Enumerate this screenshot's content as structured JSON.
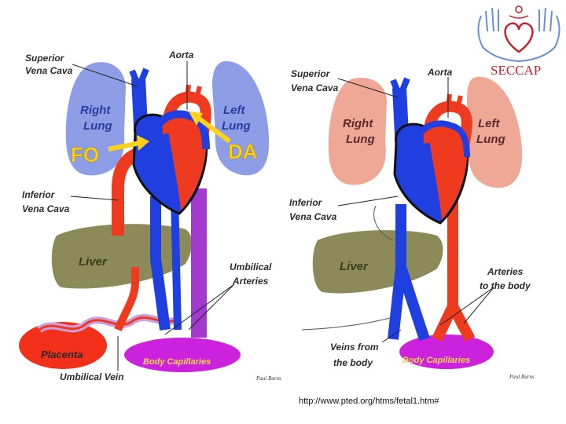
{
  "left_diagram": {
    "superior_vena_cava_line1": "Superior",
    "superior_vena_cava_line2": "Vena Cava",
    "aorta": "Aorta",
    "right_lung_line1": "Right",
    "right_lung_line2": "Lung",
    "left_lung_line1": "Left",
    "left_lung_line2": "Lung",
    "fo": "FO",
    "da": "DA",
    "inferior_vena_cava_line1": "Inferior",
    "inferior_vena_cava_line2": "Vena Cava",
    "liver": "Liver",
    "umbilical_arteries_line1": "Umbilical",
    "umbilical_arteries_line2": "Arteries",
    "placenta": "Placenta",
    "umbilical_vein": "Umbilical Vein",
    "body_capillaries": "Body Capillaries",
    "signature": "Paul Burns"
  },
  "right_diagram": {
    "superior_vena_cava_line1": "Superior",
    "superior_vena_cava_line2": "Vena Cava",
    "aorta": "Aorta",
    "right_lung_line1": "Right",
    "right_lung_line2": "Lung",
    "left_lung_line1": "Left",
    "left_lung_line2": "Lung",
    "inferior_vena_cava_line1": "Inferior",
    "inferior_vena_cava_line2": "Vena Cava",
    "liver": "Liver",
    "arteries_to_body_line1": "Arteries",
    "arteries_to_body_line2": "to the body",
    "veins_from_body_line1": "Veins from",
    "veins_from_body_line2": "the body",
    "body_capillaries": "Body Capillaries",
    "signature": "Paul Burns"
  },
  "logo": {
    "text": "SECCAP",
    "icon": "hands-heart-logo"
  },
  "source_url": "http://www.pted.org/htms/fetal1.htm#",
  "colors": {
    "vein_blue": "#1f3fe0",
    "artery_red": "#ee3a1f",
    "mixed_purple": "#a23ad0",
    "fetal_lung": "#8e9ee6",
    "adult_lung": "#f0a896",
    "liver": "#8d8a5a",
    "placenta": "#f2301a",
    "capillaries": "#cc22dd",
    "highlight_yellow": "#ffd21a",
    "logo_red": "#c8202f",
    "logo_blue": "#6a8fd0"
  }
}
